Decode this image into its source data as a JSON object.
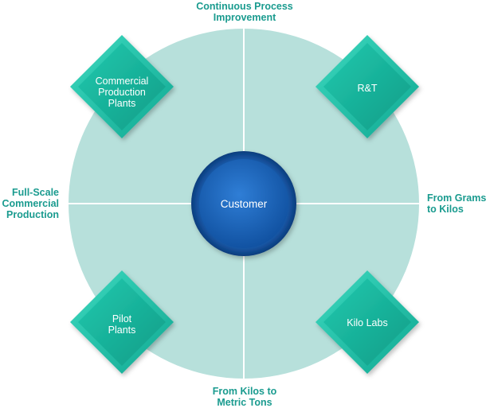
{
  "center": {
    "label": "Customer"
  },
  "diamonds": [
    {
      "id": "commercial-production-plants",
      "lines": [
        "Commercial",
        "Production",
        "Plants"
      ]
    },
    {
      "id": "rt",
      "lines": [
        "R&T"
      ]
    },
    {
      "id": "pilot-plants",
      "lines": [
        "Pilot",
        "Plants"
      ]
    },
    {
      "id": "kilo-labs",
      "lines": [
        "Kilo Labs"
      ]
    }
  ],
  "outer_labels": {
    "top": [
      "Continuous Process",
      "Improvement"
    ],
    "left": [
      "Full-Scale",
      "Commercial",
      "Production"
    ],
    "right": [
      "From Grams",
      "to Kilos"
    ],
    "bottom": [
      "From Kilos to",
      "Metric Tons"
    ]
  }
}
